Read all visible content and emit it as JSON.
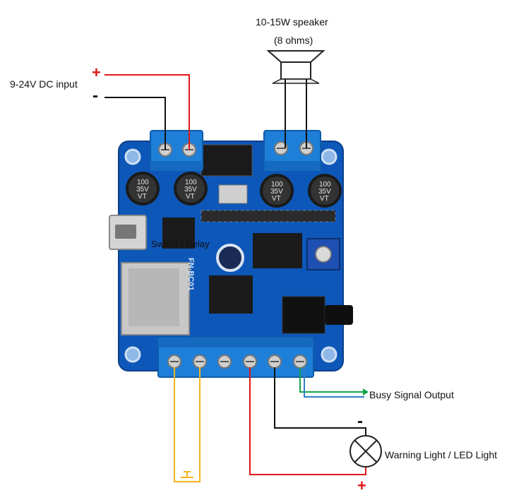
{
  "speaker": {
    "title": "10-15W speaker",
    "impedance": "(8 ohms)"
  },
  "power_input": {
    "label": "9-24V DC input",
    "plus": "+",
    "minus": "-"
  },
  "board": {
    "switch_label": "Switch / Relay",
    "model": "FN-BC01"
  },
  "capacitors": [
    {
      "value": "100",
      "voltage": "35V",
      "mark": "VT"
    },
    {
      "value": "100",
      "voltage": "35V",
      "mark": "VT"
    },
    {
      "value": "100",
      "voltage": "35V",
      "mark": "VT"
    },
    {
      "value": "100",
      "voltage": "35V",
      "mark": "VT"
    }
  ],
  "outputs": {
    "busy_signal": "Busy Signal Output",
    "warning_light": "Warning Light / LED Light",
    "light_minus": "-",
    "light_plus": "+"
  },
  "colors": {
    "board": "#0d57b8",
    "terminal": "#1e7fd8",
    "wire_red": "#e01818",
    "wire_black": "#111111",
    "wire_yellow": "#f2b51c",
    "wire_green": "#16a34a",
    "wire_blue": "#2f80c8"
  },
  "icons": [
    "speaker-icon",
    "lamp-icon",
    "push-button-icon",
    "screw-icon"
  ]
}
